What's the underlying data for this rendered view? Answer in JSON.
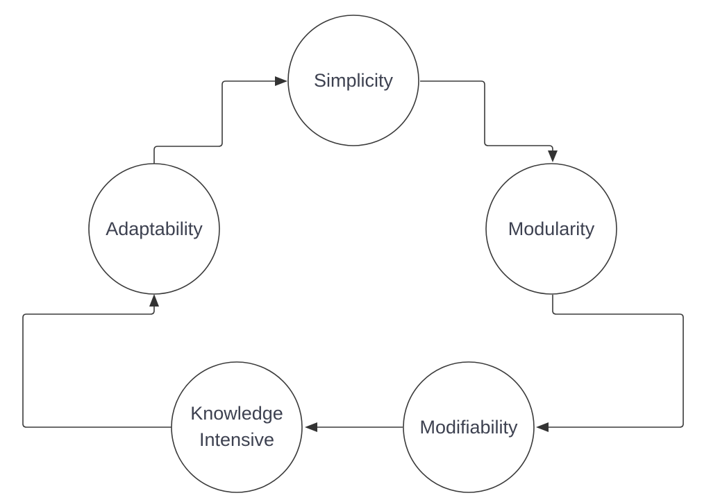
{
  "nodes": {
    "simplicity": {
      "label": "Simplicity"
    },
    "modularity": {
      "label": "Modularity"
    },
    "modifiability": {
      "label": "Modifiability"
    },
    "knowledge_intensive": {
      "lines": [
        "Knowledge",
        "Intensive"
      ]
    },
    "adaptability": {
      "label": "Adaptability"
    }
  },
  "edges": [
    {
      "from": "adaptability",
      "to": "simplicity"
    },
    {
      "from": "simplicity",
      "to": "modularity"
    },
    {
      "from": "modularity",
      "to": "modifiability"
    },
    {
      "from": "modifiability",
      "to": "knowledge_intensive"
    },
    {
      "from": "knowledge_intensive",
      "to": "adaptability"
    }
  ],
  "colors": {
    "stroke": "#3a3a3a",
    "text": "#3d4150",
    "background": "#ffffff"
  }
}
